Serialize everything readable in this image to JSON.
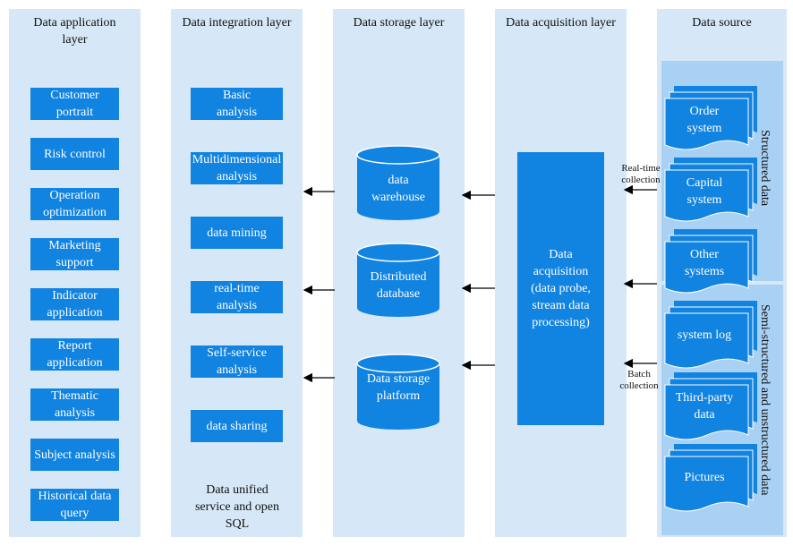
{
  "columns": {
    "application": {
      "title": "Data application layer",
      "items": [
        "Customer portrait",
        "Risk control",
        "Operation optimization",
        "Marketing support",
        "Indicator application",
        "Report application",
        "Thematic analysis",
        "Subject analysis",
        "Historical data query"
      ]
    },
    "integration": {
      "title": "Data integration layer",
      "items": [
        "Basic analysis",
        "Multidimensional analysis",
        "data mining",
        "real-time analysis",
        "Self-service analysis",
        "data sharing"
      ],
      "footer": "Data unified service and open SQL"
    },
    "storage": {
      "title": "Data storage layer",
      "items": [
        "data warehouse",
        "Distributed database",
        "Data storage platform"
      ]
    },
    "acquisition": {
      "title": "Data acquisition layer",
      "box": "Data acquisition (data probe, stream data processing)"
    },
    "source": {
      "title": "Data source",
      "structured_label": "Structured data",
      "unstructured_label": "Semi-structured and unstructured data",
      "structured_items": [
        "Order system",
        "Capital system",
        "Other systems"
      ],
      "unstructured_items": [
        "system log",
        "Third-party data",
        "Pictures"
      ]
    }
  },
  "arrow_labels": {
    "realtime": "Real-time collection",
    "batch": "Batch collection"
  },
  "colors": {
    "column_bg": "#d6e8f7",
    "box": "#1183e0",
    "zone": "#a9d1f4"
  }
}
